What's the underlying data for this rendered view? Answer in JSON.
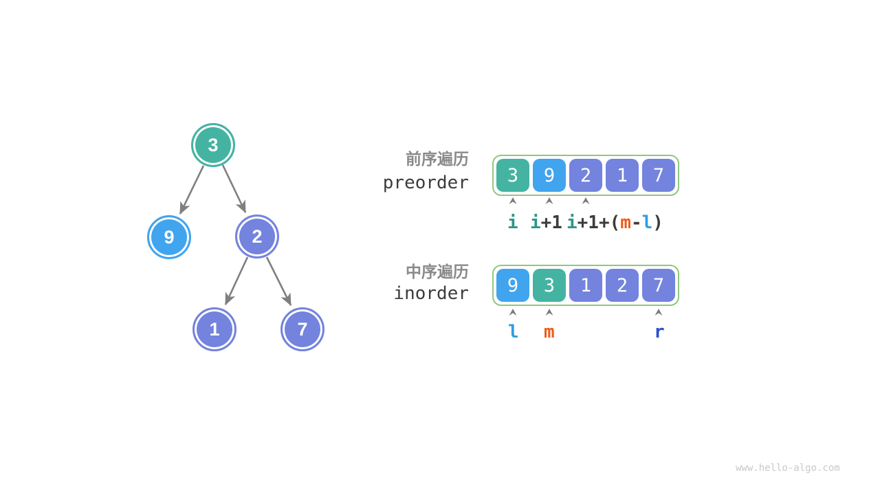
{
  "palette": {
    "teal": "#45b3a2",
    "blue": "#41a4ee",
    "purple": "#7383de",
    "array_border": "#8dc87b",
    "edge_gray": "#7f7f7f",
    "cjk_label_gray": "#8a8a8a",
    "code_label_dark": "#3c3c3c",
    "i_teal": "#2e9688",
    "m_orange": "#ee5b17",
    "l_blue": "#2f9de1",
    "r_blue": "#2b4fd0",
    "watermark_gray": "#c9c9c9"
  },
  "tree": {
    "nodes": [
      {
        "value": "3",
        "color": "teal"
      },
      {
        "value": "9",
        "color": "blue"
      },
      {
        "value": "2",
        "color": "purple"
      },
      {
        "value": "1",
        "color": "purple"
      },
      {
        "value": "7",
        "color": "purple"
      }
    ],
    "edges": [
      [
        "3",
        "9"
      ],
      [
        "3",
        "2"
      ],
      [
        "2",
        "1"
      ],
      [
        "2",
        "7"
      ]
    ]
  },
  "preorder": {
    "label_zh": "前序遍历",
    "label_en": "preorder",
    "cells": [
      {
        "value": "3",
        "color": "teal"
      },
      {
        "value": "9",
        "color": "blue"
      },
      {
        "value": "2",
        "color": "purple"
      },
      {
        "value": "1",
        "color": "purple"
      },
      {
        "value": "7",
        "color": "purple"
      }
    ],
    "pointer_cells": [
      0,
      1,
      2
    ],
    "index_labels": [
      {
        "segments": [
          {
            "text": "i",
            "color": "i_teal"
          }
        ]
      },
      {
        "segments": [
          {
            "text": "i",
            "color": "i_teal"
          },
          {
            "text": "+1",
            "color": "code_label_dark"
          }
        ]
      },
      {
        "segments": [
          {
            "text": "i",
            "color": "i_teal"
          },
          {
            "text": "+1+(",
            "color": "code_label_dark"
          },
          {
            "text": "m",
            "color": "m_orange"
          },
          {
            "text": "-",
            "color": "code_label_dark"
          },
          {
            "text": "l",
            "color": "l_blue"
          },
          {
            "text": ")",
            "color": "code_label_dark"
          }
        ]
      }
    ]
  },
  "inorder": {
    "label_zh": "中序遍历",
    "label_en": "inorder",
    "cells": [
      {
        "value": "9",
        "color": "blue"
      },
      {
        "value": "3",
        "color": "teal"
      },
      {
        "value": "1",
        "color": "purple"
      },
      {
        "value": "2",
        "color": "purple"
      },
      {
        "value": "7",
        "color": "purple"
      }
    ],
    "pointer_cells": [
      0,
      1,
      4
    ],
    "index_labels": [
      {
        "segments": [
          {
            "text": "l",
            "color": "l_blue"
          }
        ]
      },
      {
        "segments": [
          {
            "text": "m",
            "color": "m_orange"
          }
        ]
      },
      {
        "segments": [
          {
            "text": "r",
            "color": "r_blue"
          }
        ]
      }
    ]
  },
  "watermark": "www.hello-algo.com"
}
